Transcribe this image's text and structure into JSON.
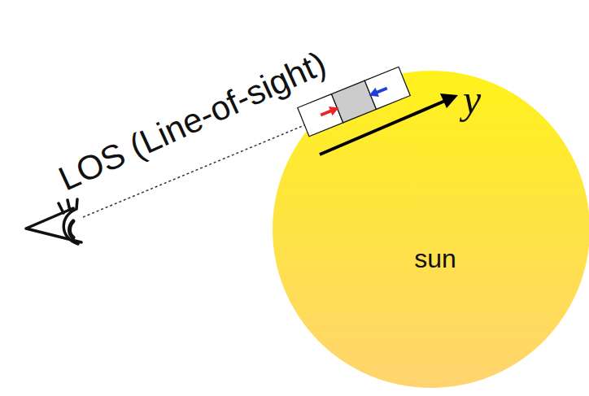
{
  "diagram": {
    "nodes": [
      {
        "text": [
          "sun"
        ]
      }
    ],
    "labels": [
      "LOS (Line-of-sight)",
      "y"
    ]
  }
}
